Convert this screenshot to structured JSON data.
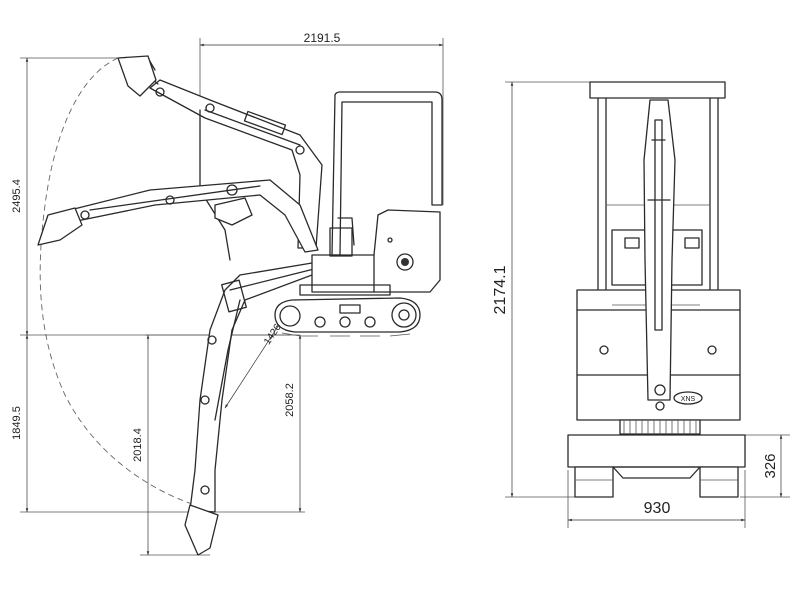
{
  "dimensions": {
    "overall_length": "2191.5",
    "max_dig_height": "2495.4",
    "max_dump_height": "1849.5",
    "max_vertical_wall_dig_depth": "2018.4",
    "max_dig_depth": "2058.2",
    "min_swing_radius": "1426",
    "overall_height": "2174.1",
    "track_width": "930",
    "track_height": "326"
  },
  "brand_badge": "XNS"
}
